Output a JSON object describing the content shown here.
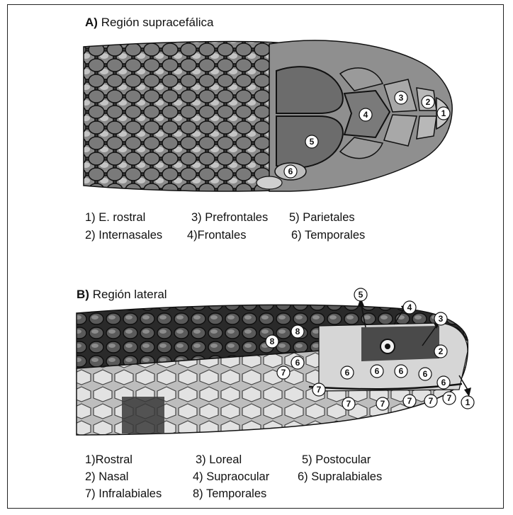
{
  "section_a": {
    "letter": "A)",
    "title": "Región supracefálica",
    "legend": [
      "1) E. rostral",
      "3) Prefrontales",
      "5) Parietales",
      "2) Internasales",
      "4)Frontales",
      "6) Temporales"
    ],
    "markers": [
      "1",
      "2",
      "3",
      "4",
      "5",
      "6"
    ]
  },
  "section_b": {
    "letter": "B)",
    "title": "Región lateral",
    "legend": [
      "1)Rostral",
      "3) Loreal",
      "5) Postocular",
      "2) Nasal",
      "4) Supraocular",
      "6) Supralabiales",
      "7) Infralabiales",
      "8) Temporales"
    ],
    "markers": [
      "5",
      "4",
      "3",
      "2",
      "1",
      "8",
      "8",
      "6",
      "6",
      "6",
      "6",
      "6",
      "6",
      "7",
      "7",
      "7",
      "7",
      "7",
      "7",
      "7"
    ]
  },
  "colors": {
    "ink": "#111111",
    "scale_dark": "#2a2a2a",
    "scale_light": "#d8d8d8",
    "background": "#ffffff"
  }
}
